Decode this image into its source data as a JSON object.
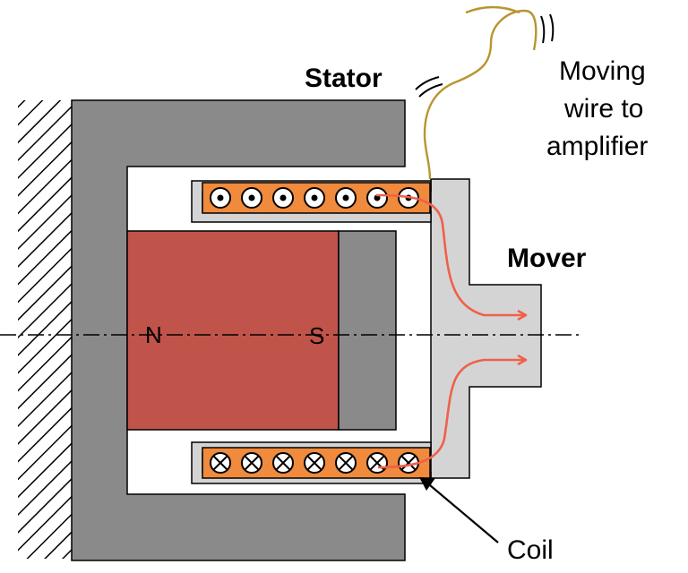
{
  "labels": {
    "stator": "Stator",
    "mover": "Mover",
    "wire_line1": "Moving",
    "wire_line2": "wire to",
    "wire_line3": "amplifier",
    "coil": "Coil",
    "north": "N",
    "south": "S"
  },
  "colors": {
    "stator": "#8a8a8a",
    "magnet": "#c0544a",
    "pole_piece": "#8a8a8a",
    "mover": "#d4d4d4",
    "coil": "#f08a3c",
    "flux_arrow": "#f0604a",
    "wire": "#b89530",
    "outline": "#000000"
  },
  "coil_top": {
    "symbol": "dot-icon",
    "turns": 7
  },
  "coil_bottom": {
    "symbol": "cross-icon",
    "turns": 7
  }
}
